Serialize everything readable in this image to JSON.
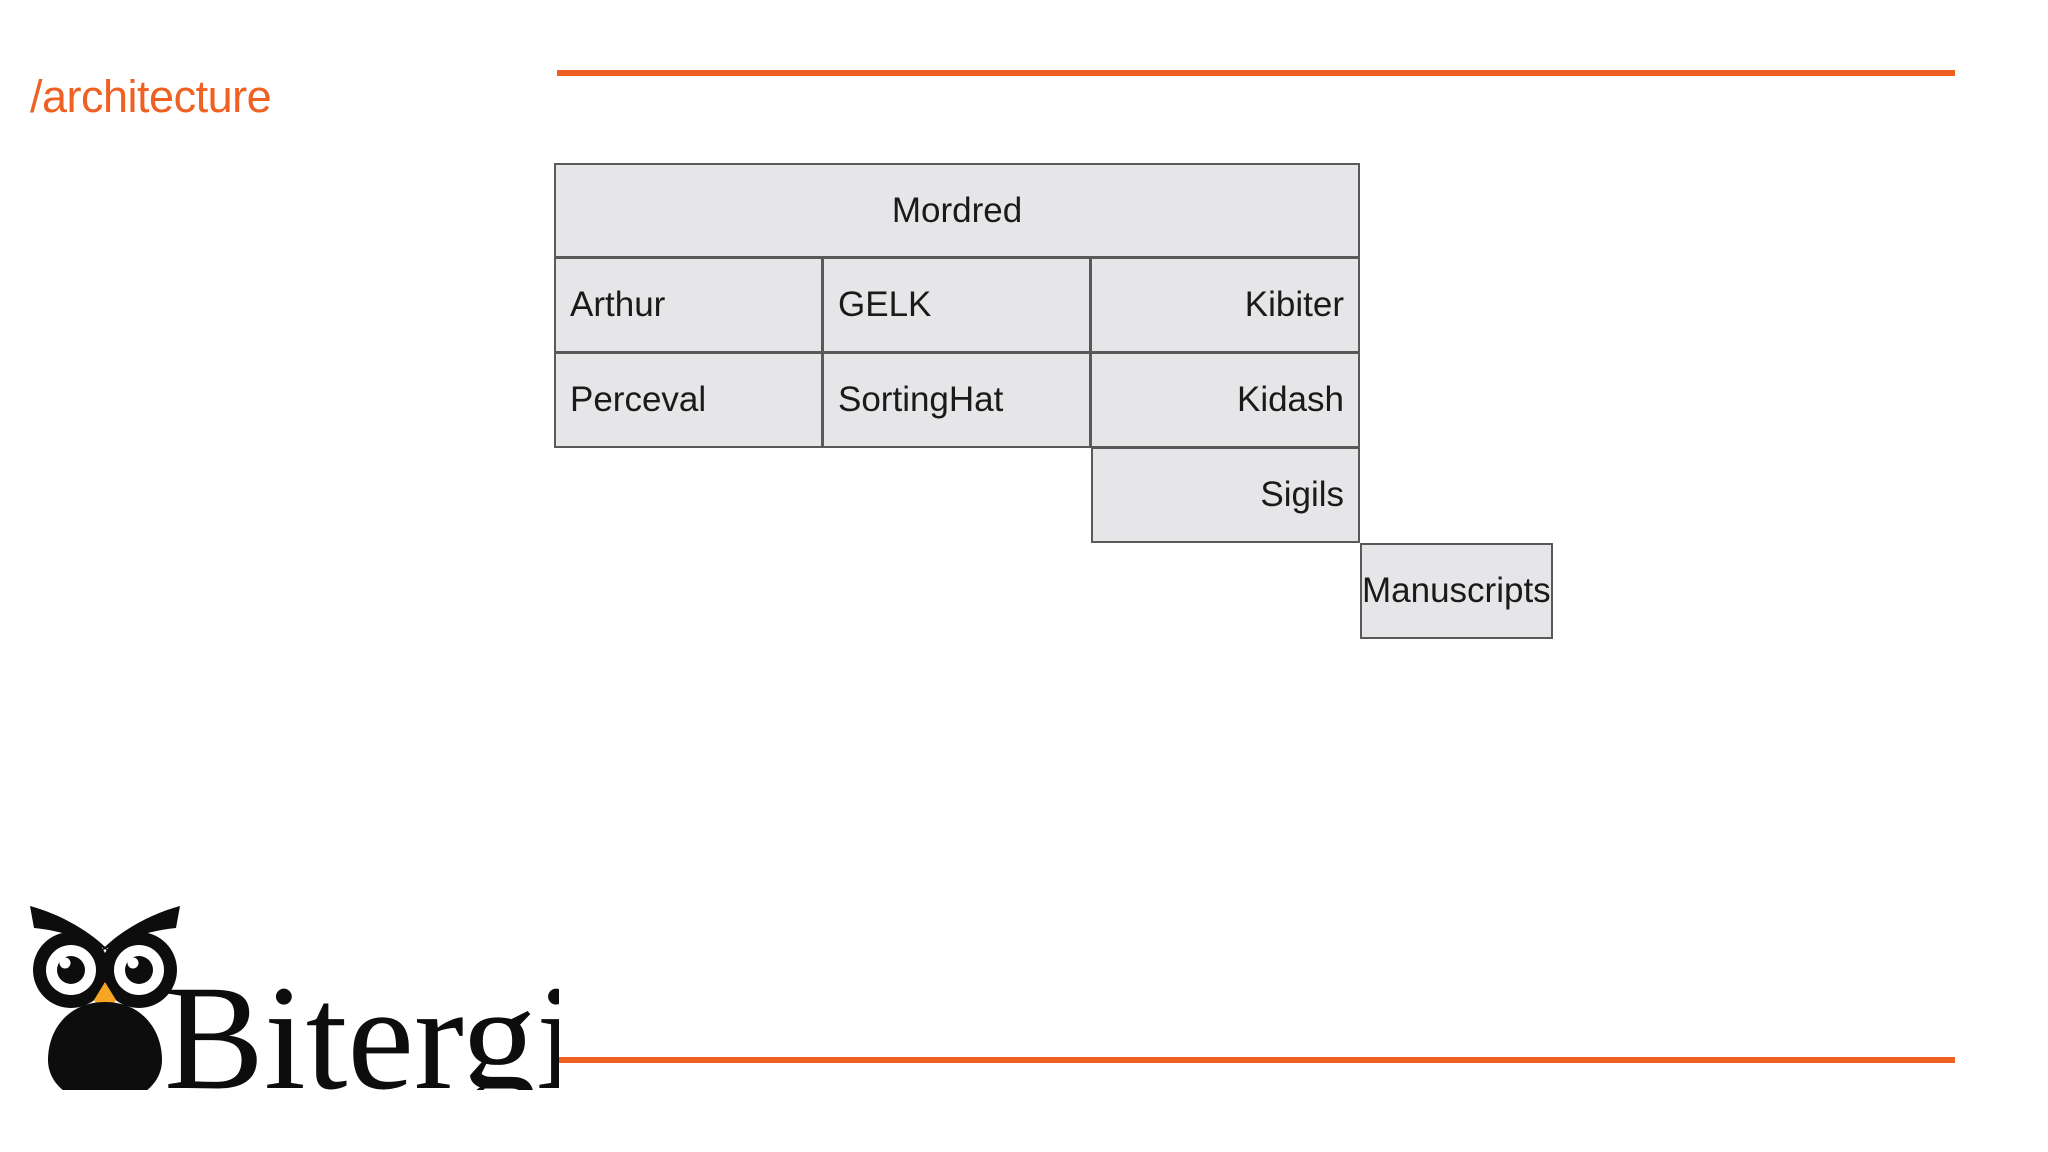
{
  "slide": {
    "title": "/architecture",
    "accent_color": "#EE6123",
    "background_color": "#FFFFFF",
    "cell_fill_color": "#E6E5E8",
    "cell_border_color": "#595959",
    "text_color": "#1A1A1A"
  },
  "architecture": {
    "header": "Mordred",
    "columns": [
      "Arthur / Perceval",
      "GELK / SortingHat",
      "Kibiter / Kidash / Sigils"
    ],
    "rows": [
      {
        "col1": "Arthur",
        "col2": "GELK",
        "col3": "Kibiter"
      },
      {
        "col1": "Perceval",
        "col2": "SortingHat",
        "col3": "Kidash"
      }
    ],
    "extra_col3": "Sigils",
    "detached": "Manuscripts"
  },
  "logo": {
    "wordmark": "Bitergia",
    "owl_body_color": "#0D0D0D",
    "owl_accent_color": "#F5A623"
  }
}
